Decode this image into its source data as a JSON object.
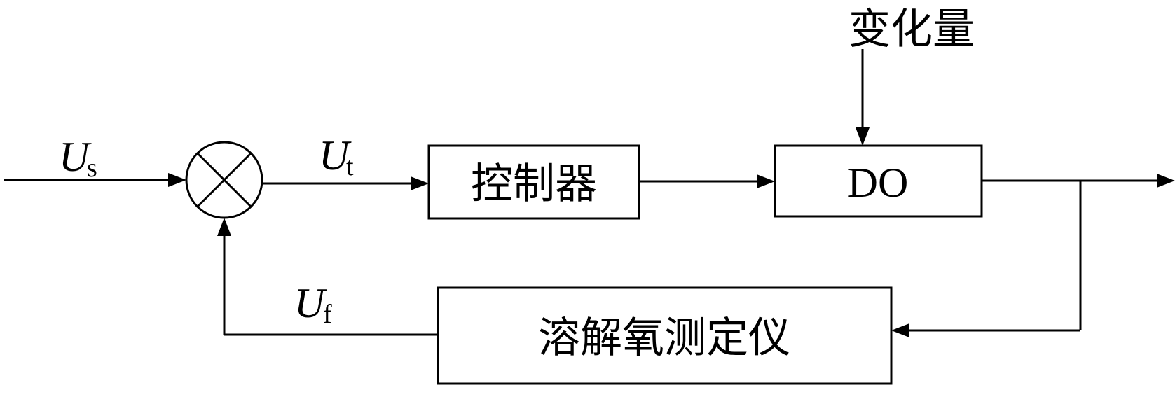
{
  "disturbance": {
    "label": "变化量"
  },
  "signals": {
    "setpoint": {
      "symbol": "U",
      "subscript": "s"
    },
    "error": {
      "symbol": "U",
      "subscript": "t"
    },
    "feedback": {
      "symbol": "U",
      "subscript": "f"
    }
  },
  "blocks": {
    "controller": {
      "label": "控制器"
    },
    "process": {
      "label": "DO"
    },
    "sensor": {
      "label": "溶解氧测定仪"
    }
  }
}
